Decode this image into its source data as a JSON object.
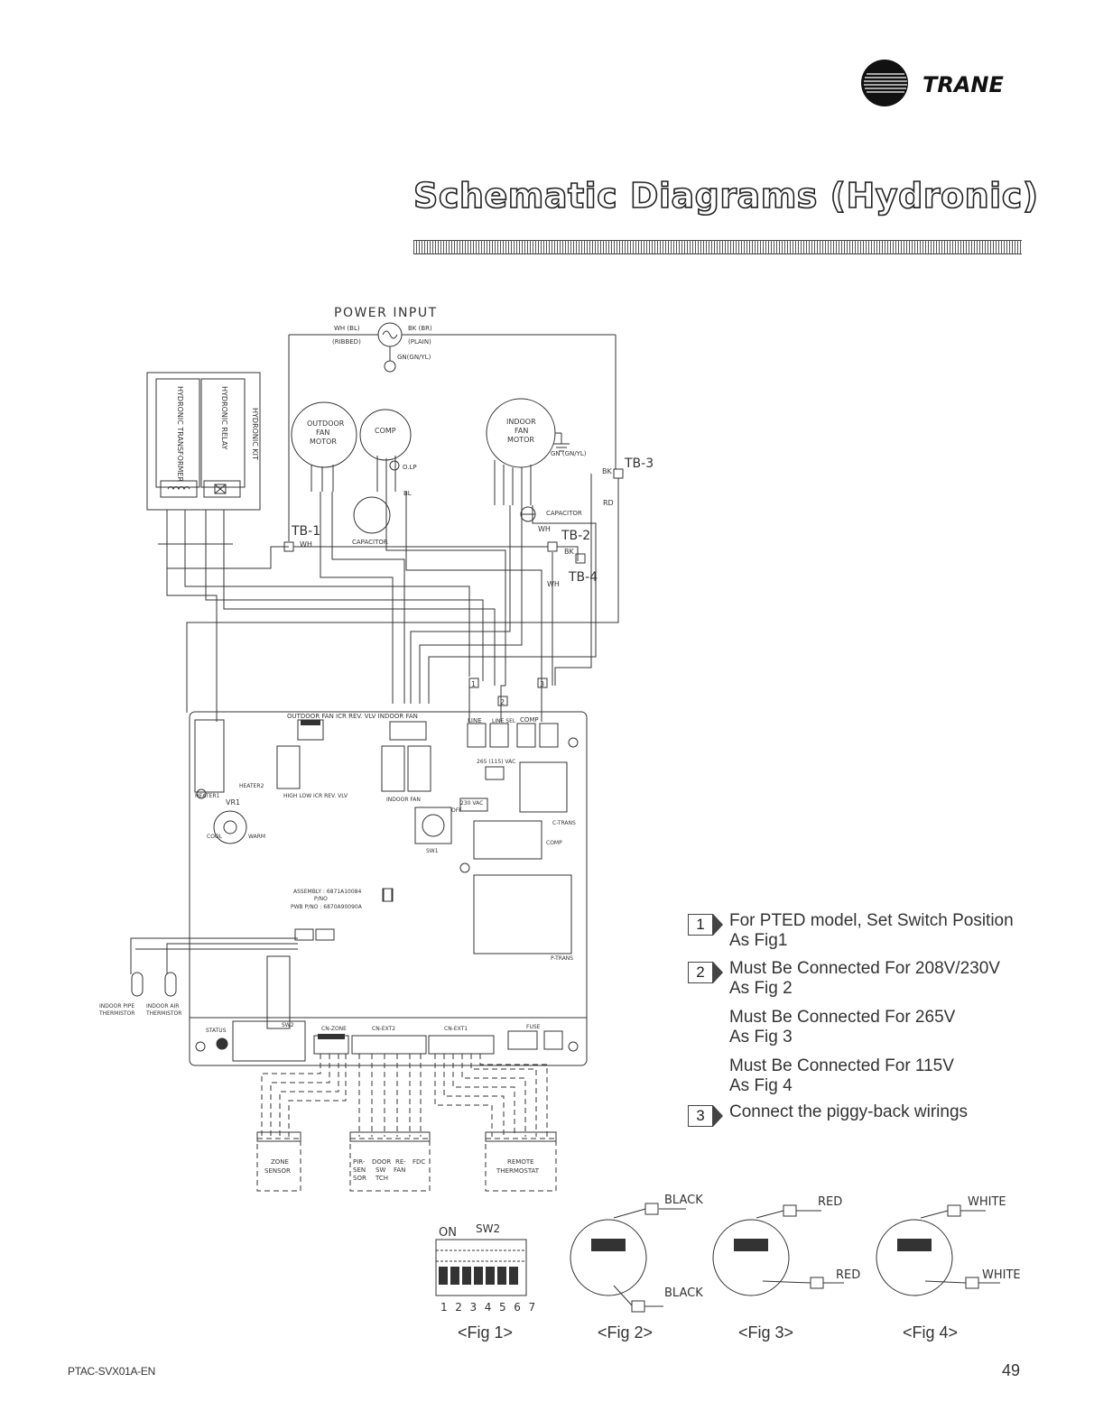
{
  "brand": {
    "name": "TRANE"
  },
  "page_title": "Schematic Diagrams (Hydronic)",
  "diagram": {
    "power_input": "POWER INPUT",
    "wh_bl": "WH (BL)",
    "ribbed": "(RIBBED)",
    "bk_br": "BK (BR)",
    "plain": "(PLAIN)",
    "gn": "GN(GN/YL)",
    "hydronic_transformer": "HYDRONIC TRANSFORMER",
    "hydronic_relay": "HYDRONIC RELAY",
    "hydronic_kit": "HYDRONIC KIT",
    "outdoor_fan_motor": [
      "OUTDOOR",
      "FAN",
      "MOTOR"
    ],
    "comp": "COMP",
    "indoor_fan_motor": [
      "INDOOR",
      "FAN",
      "MOTOR"
    ],
    "gn_ground": "GN (GN/YL)",
    "olp": "O.LP",
    "capacitor": "CAPACITOR",
    "tb1": "TB-1",
    "tb2": "TB-2",
    "tb3": "TB-3",
    "tb4": "TB-4",
    "wh": "WH",
    "bk": "BK",
    "rd": "RD",
    "bl": "BL",
    "board_top": "OUTDOOR FAN     ICR   REV. VLV   INDOOR FAN",
    "line": "LINE",
    "line_sel": "LINE SEL",
    "comp_small": "COMP",
    "vac265": "265 (115) VAC",
    "vac230": "230 VAC",
    "heater1": "HEATER1",
    "heater2": "HEATER2",
    "vr1": "VR1",
    "cool": "COOL",
    "warm": "WARM",
    "relay_labels": "HIGH    LOW   ICR   REV. VLV",
    "indoor_fan": "INDOOR FAN",
    "off": "OFF",
    "sw1": "SW1",
    "c_trans": "C-TRANS",
    "comp_relay": "COMP",
    "p_trans": "P-TRANS",
    "assembly": "ASSEMBLY : 6871A10084",
    "pno": "P/NO",
    "pwb": "PWB P/NO : 6870A90090A",
    "indoor_pipe_thermistor": [
      "INDOOR PIPE",
      "THERMISTOR"
    ],
    "indoor_air_thermistor": [
      "INDOOR AIR",
      "THERMISTOR"
    ],
    "status": "STATUS",
    "sw2": "SW2",
    "cn_zone": "CN-ZONE",
    "cn_ext2": "CN-EXT2",
    "cn_ext1": "CN-EXT1",
    "fuse": "FUSE",
    "zone_sensor": [
      "ZONE",
      "SENSOR"
    ],
    "pir_sensor": [
      "PIR-",
      "SEN",
      "SOR"
    ],
    "door_switch": [
      "DOOR",
      "SW",
      "TCH"
    ],
    "re_fan": [
      "RE-",
      "FAN"
    ],
    "fdc": "FDC",
    "remote_thermostat": [
      "REMOTE",
      "THERMOSTAT"
    ],
    "callout1": "1",
    "callout2": "2",
    "callout3": "3"
  },
  "notes": [
    {
      "num": "1",
      "lines": [
        "For PTED model, Set Switch Position",
        "As Fig1"
      ]
    },
    {
      "num": "2",
      "lines": [
        "Must Be Connected For 208V/230V",
        "As Fig 2"
      ]
    },
    {
      "num": "",
      "lines": [
        "Must Be Connected For 265V",
        "As Fig 3"
      ]
    },
    {
      "num": "",
      "lines": [
        "Must Be Connected For 115V",
        "As Fig 4"
      ]
    },
    {
      "num": "3",
      "lines": [
        "Connect the piggy-back wirings"
      ]
    }
  ],
  "figures": {
    "fig1": {
      "on": "ON",
      "sw2": "SW2",
      "numbers": "1 2 3 4 5 6 7",
      "label": "<Fig 1>"
    },
    "fig2": {
      "wire_top": "BLACK",
      "wire_bottom": "BLACK",
      "label": "<Fig 2>"
    },
    "fig3": {
      "wire_top": "RED",
      "wire_bottom": "RED",
      "label": "<Fig 3>"
    },
    "fig4": {
      "wire_top": "WHITE",
      "wire_bottom": "WHITE",
      "label": "<Fig 4>"
    }
  },
  "footer": {
    "doc_id": "PTAC-SVX01A-EN",
    "page_number": "49"
  }
}
